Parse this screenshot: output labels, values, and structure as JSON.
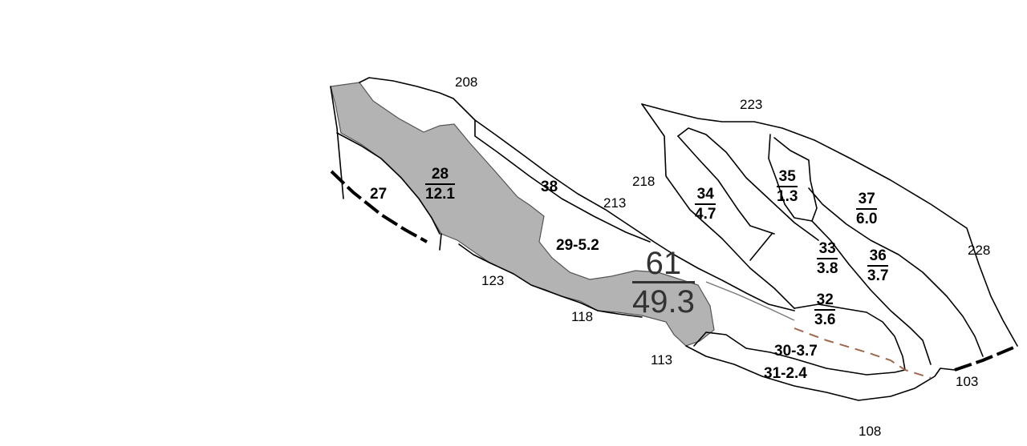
{
  "colors": {
    "highlight_fill": "#b3b3b3",
    "boundary": "#000000",
    "trail_dashed": "#a0674a",
    "large_label": "#333333"
  },
  "plain_labels": {
    "l208": "208",
    "l223": "223",
    "l218": "218",
    "l213": "213",
    "l228": "228",
    "l123": "123",
    "l118": "118",
    "l113": "113",
    "l103": "103",
    "l108": "108"
  },
  "stand_labels": {
    "s27": "27",
    "s38": "38",
    "s29": "29-5.2",
    "s30": "30-3.7",
    "s31": "31-2.4"
  },
  "fraction_labels": {
    "f28": {
      "num": "28",
      "den": "12.1"
    },
    "f34": {
      "num": "34",
      "den": "4.7"
    },
    "f35": {
      "num": "35",
      "den": "1.3"
    },
    "f37": {
      "num": "37",
      "den": "6.0"
    },
    "f33": {
      "num": "33",
      "den": "3.8"
    },
    "f36": {
      "num": "36",
      "den": "3.7"
    },
    "f32": {
      "num": "32",
      "den": "3.6"
    }
  },
  "highlight_label": {
    "num": "61",
    "den": "49.3"
  }
}
